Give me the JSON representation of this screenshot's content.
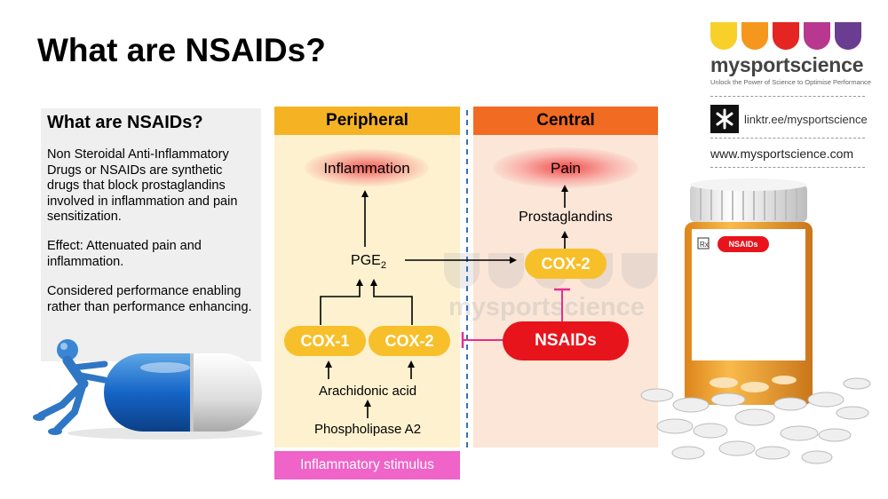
{
  "page": {
    "title": "What are NSAIDs?"
  },
  "info": {
    "heading": "What are NSAIDs?",
    "paragraph1": "Non Steroidal Anti-Inflammatory Drugs or NSAIDs are synthetic drugs that block prostaglandins involved in inflammation and pain sensitization.",
    "paragraph2": "Effect: Attenuated pain and inflammation.",
    "paragraph3": "Considered performance enabling rather than performance enhancing."
  },
  "diagram": {
    "peripheral_header": "Peripheral",
    "central_header": "Central",
    "inflammation": "Inflammation",
    "pain": "Pain",
    "prostaglandins": "Prostaglandins",
    "pge": "PGE",
    "pge_sub": "2",
    "cox1": "COX-1",
    "cox2_peripheral": "COX-2",
    "cox2_central": "COX-2",
    "nsaids": "NSAIDs",
    "arachidonic": "Arachidonic acid",
    "phospholipase": "Phospholipase A2",
    "stimulus": "Inflammatory stimulus"
  },
  "brand": {
    "name": "mysportscience",
    "tagline": "Unlock the Power of Science to Optimise Performance",
    "link": "linktr.ee/mysportscience",
    "website": "www.mysportscience.com",
    "logo_colors": [
      "#f7d02a",
      "#f5961d",
      "#e52521",
      "#b7388e",
      "#6b3d91"
    ]
  },
  "watermark": {
    "text": "mysportscience"
  },
  "bottle": {
    "label": "NSAIDs",
    "rx": "Rx"
  },
  "colors": {
    "peripheral_bg": "#fdf1cf",
    "central_bg": "#fbe6d8",
    "peripheral_header": "#f5b324",
    "central_header": "#f26b22",
    "cox": "#f7bf2a",
    "nsaids": "#e8141c",
    "inhibit_line": "#e62d8e",
    "stimulus": "#f063c8"
  },
  "icons": [
    "qr-code-icon",
    "pill-capsule-icon",
    "stick-figure-icon",
    "pill-bottle-icon",
    "tablets-icon"
  ]
}
